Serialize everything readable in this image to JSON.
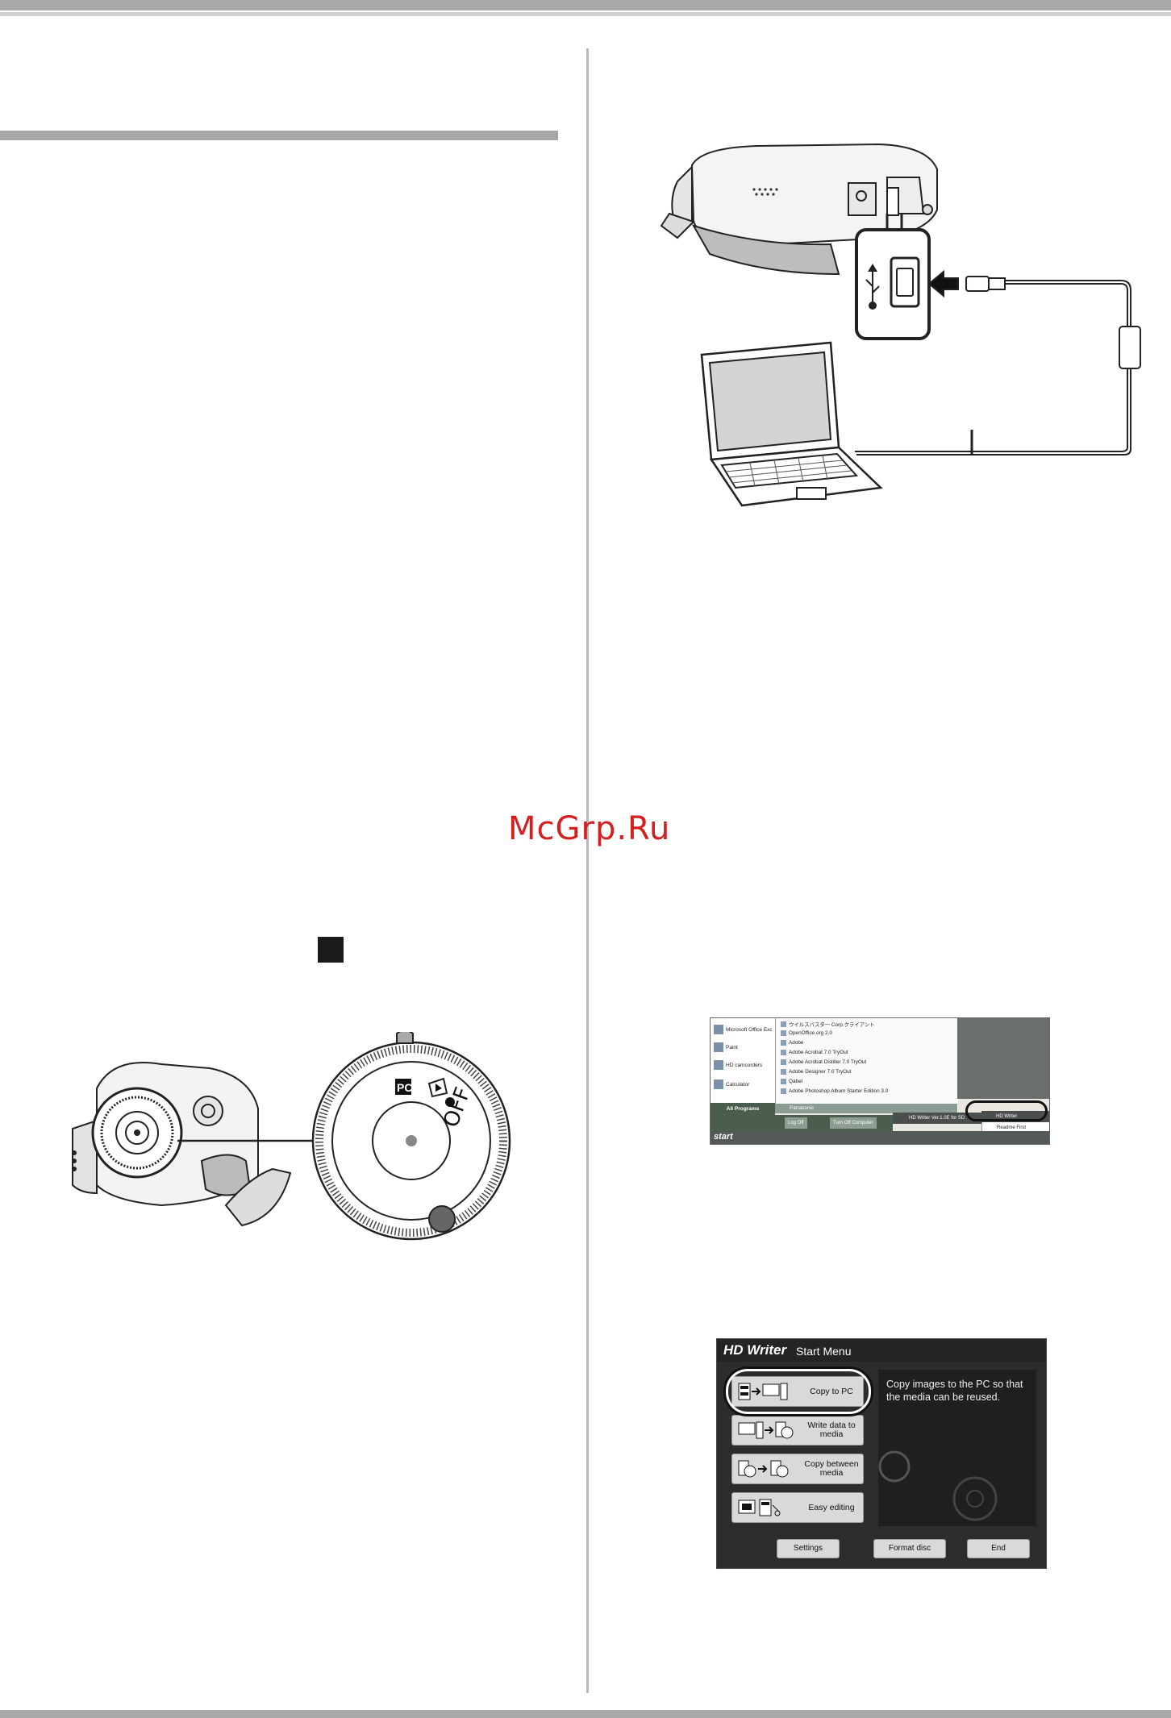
{
  "watermark": "McGrp.Ru",
  "start_menu": {
    "pinned": [
      "Microsoft Office Exc",
      "Paint",
      "HD camcorders",
      "Calculator"
    ],
    "all_programs": "All Programs",
    "programs": [
      "ウイルスバスター Corp.クライアント",
      "OpenOffice.org 2.0",
      "Adobe",
      "Adobe Acrobat 7.0 TryOut",
      "Adobe Acrobat Distiller 7.0 TryOut",
      "Adobe Designer 7.0 TryOut",
      "Qabel",
      "Adobe Photoshop Album Starter Edition 3.0",
      "Panasonic"
    ],
    "log_off": "Log Off",
    "turn_off": "Turn Off Computer",
    "start": "start",
    "submenu_folder": "HD Writer Ver.1.0E for SD",
    "submenu_app": "HD Writer",
    "readme": "Readme First"
  },
  "hd_writer": {
    "brand": "HD Writer",
    "title": "Start Menu",
    "buttons": [
      "Copy to PC",
      "Write data to media",
      "Copy between media",
      "Easy editing"
    ],
    "description": "Copy images to the PC so that the media can be reused.",
    "settings": "Settings",
    "format_disc": "Format disc",
    "end": "End"
  },
  "dial": {
    "pc_label": "PC",
    "off_label": "OFF"
  }
}
